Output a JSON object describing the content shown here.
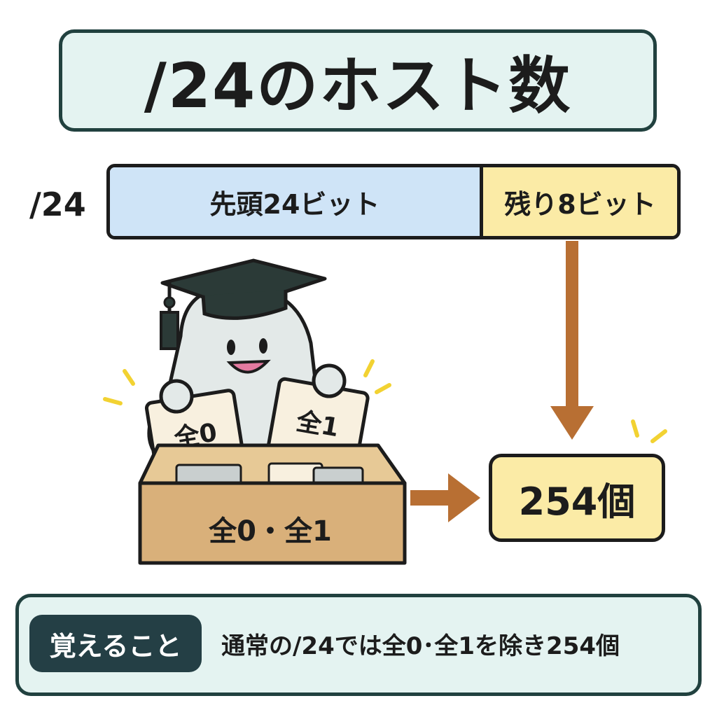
{
  "title": "/24のホスト数",
  "prefix": "/24",
  "bits": {
    "network_label": "先頭24ビット",
    "host_label": "残り8ビット"
  },
  "cards": {
    "left": "全0",
    "right": "全1"
  },
  "box_label": "全0・全1",
  "result": "254個",
  "memo": {
    "label": "覚えること",
    "text": "通常の/24では全0･全1を除き254個"
  },
  "colors": {
    "panel": "#e4f3f1",
    "panel_border": "#21413f",
    "network_bits": "#cfe4f7",
    "host_bits": "#fbeba6",
    "arrow": "#b86f33",
    "box": "#d9b07a",
    "memo_pill": "#243f45"
  },
  "icons": {
    "mascot": "graduate-ghost-mascot",
    "arrow_down": "arrow-down-icon",
    "arrow_right": "arrow-right-icon",
    "sparkle": "sparkle-icon"
  }
}
